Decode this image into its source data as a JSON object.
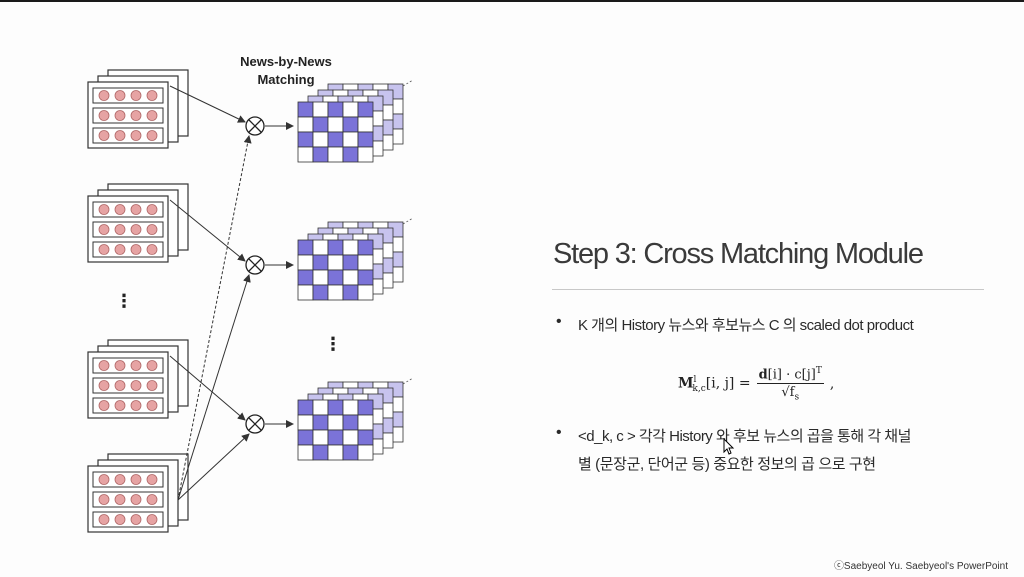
{
  "diagram": {
    "label_line1": "News-by-News",
    "label_line2": "Matching",
    "left_ellipsis": "⋮",
    "right_ellipsis": "⋮",
    "op_symbol": "⊗"
  },
  "content": {
    "title": "Step 3: Cross Matching Module",
    "bullets": [
      {
        "lines": [
          "K 개의 History 뉴스와 후보뉴스 C 의 scaled dot product"
        ]
      },
      {
        "lines": [
          "<d_k, c > 각각 History 와 후보 뉴스의 곱을 통해 각 채널",
          "별 (문장군, 단어군 등) 중요한 정보의 곱 으로 구현"
        ]
      }
    ],
    "bullet_symbol": "•",
    "formula": {
      "lhs": "M",
      "lhs_sup": "l",
      "lhs_sub": "k,c",
      "lhs_args": "[i, j] =",
      "numerator": "d",
      "numerator_rest": "[i] · c",
      "numerator_tail": "[j]",
      "numerator_sup_T": "T",
      "denominator": "√f",
      "denominator_sub": "s",
      "comma": ","
    }
  },
  "footer": {
    "copyright": "ⓒSaebyeol Yu. Saebyeol's PowerPoint"
  },
  "colors": {
    "slide_bg": "#fdfdfd",
    "cell_red": "#e6a3a3",
    "cell_purple": "#7b73d8",
    "cell_light_purple": "#c7c3ee",
    "stroke": "#333333"
  }
}
